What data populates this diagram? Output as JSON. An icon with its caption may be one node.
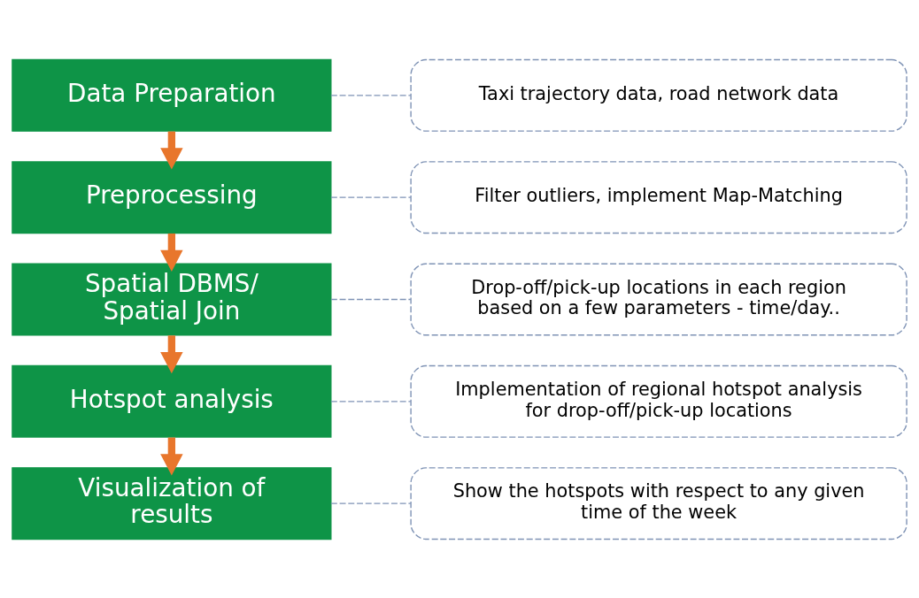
{
  "diagram": {
    "nodes": [
      {
        "text": [
          "Data Preparation"
        ]
      },
      {
        "text": [
          "Taxi trajectory data, road network data"
        ]
      },
      {
        "text": [
          "Preprocessing"
        ]
      },
      {
        "text": [
          "Filter outliers, implement Map-Matching"
        ]
      },
      {
        "text": [
          "Spatial DBMS/ Spatial Join"
        ]
      },
      {
        "text": [
          "Drop-off/pick-up locations in each region based on a few parameters - time/day.."
        ]
      },
      {
        "text": [
          "Hotspot analysis"
        ]
      },
      {
        "text": [
          "Implementation of regional hotspot analysis for drop-off/pick-up locations"
        ]
      },
      {
        "text": [
          "Visualization of results"
        ]
      },
      {
        "text": [
          "Show the hotspots with respect to any given time of the week"
        ]
      }
    ],
    "edges": [
      {
        "from": 0,
        "to": 2,
        "arrow": "to",
        "style": "thick",
        "color": "#e8762c"
      },
      {
        "from": 2,
        "to": 4,
        "arrow": "to",
        "style": "thick",
        "color": "#e8762c"
      },
      {
        "from": 4,
        "to": 6,
        "arrow": "to",
        "style": "thick",
        "color": "#e8762c"
      },
      {
        "from": 6,
        "to": 8,
        "arrow": "to",
        "style": "thick",
        "color": "#e8762c"
      },
      {
        "from": 0,
        "to": 1,
        "arrow": "none",
        "style": "dashed"
      },
      {
        "from": 2,
        "to": 3,
        "arrow": "none",
        "style": "dashed"
      },
      {
        "from": 4,
        "to": 5,
        "arrow": "none",
        "style": "dashed"
      },
      {
        "from": 6,
        "to": 7,
        "arrow": "none",
        "style": "dashed"
      },
      {
        "from": 8,
        "to": 9,
        "arrow": "none",
        "style": "dashed"
      }
    ]
  }
}
